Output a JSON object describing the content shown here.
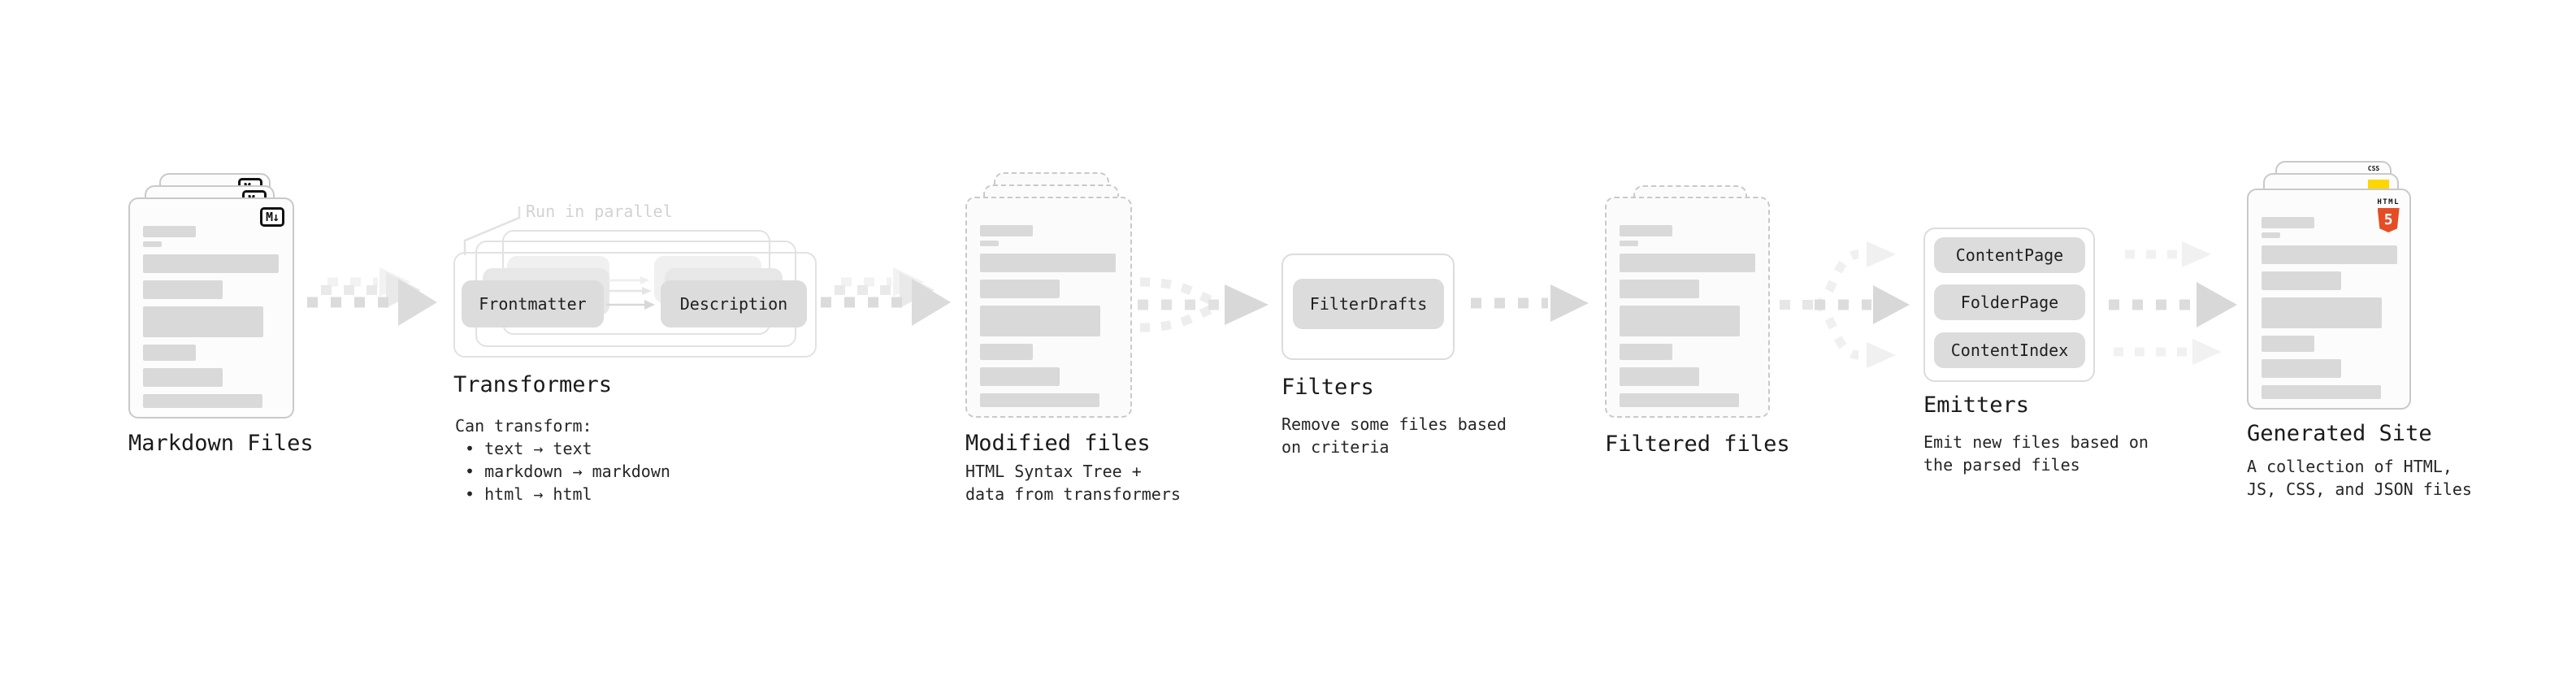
{
  "stages": {
    "markdown_files": {
      "label": "Markdown Files"
    },
    "transformers": {
      "label": "Transformers",
      "annotation": "Run in parallel",
      "pills": [
        "Frontmatter",
        "Description"
      ],
      "description_lines": [
        "Can transform:",
        " • text → text",
        " • markdown → markdown",
        " • html → html"
      ]
    },
    "modified_files": {
      "label": "Modified files",
      "description_lines": [
        "HTML Syntax Tree +",
        "data from transformers"
      ]
    },
    "filters": {
      "label": "Filters",
      "pills": [
        "FilterDrafts"
      ],
      "description_lines": [
        "Remove some files based",
        "on criteria"
      ]
    },
    "filtered_files": {
      "label": "Filtered files"
    },
    "emitters": {
      "label": "Emitters",
      "pills": [
        "ContentPage",
        "FolderPage",
        "ContentIndex"
      ],
      "description_lines": [
        "Emit new files based on",
        "the parsed files"
      ]
    },
    "generated_site": {
      "label": "Generated Site",
      "description_lines": [
        "A collection of HTML,",
        "JS, CSS, and JSON files"
      ]
    }
  },
  "icons": {
    "markdown_badge": "M↓",
    "css_label": "CSS",
    "html5_wordmark": "HTML",
    "html5_numeral": "5"
  },
  "colors": {
    "html5_orange": "#e44d26",
    "js_yellow": "#ffd600",
    "css_blue": "#2962ff",
    "placeholder_gray": "#d9d9d9",
    "arrow_gray": "#dbdbdb",
    "annotation_gray": "#d2d2d2"
  }
}
